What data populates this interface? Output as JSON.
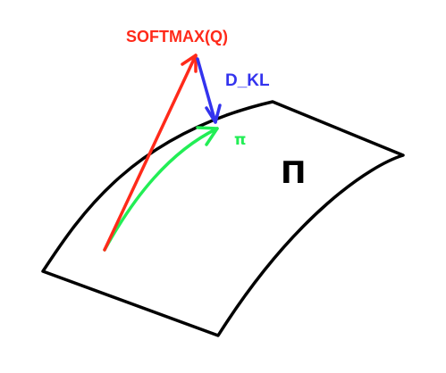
{
  "labels": {
    "softmax": "SOFTMAX(Q)",
    "kl": "D_KL",
    "pi": "π",
    "policy_set": "Π"
  },
  "colors": {
    "softmax": "#ff2a1a",
    "kl": "#3333ee",
    "pi": "#22ee55",
    "manifold": "#000000",
    "background": "#ffffff"
  },
  "elements": {
    "manifold": "curved-surface",
    "softmax_vector": "red-arrow",
    "kl_projection": "blue-arrow",
    "pi_curve": "green-arrow"
  }
}
